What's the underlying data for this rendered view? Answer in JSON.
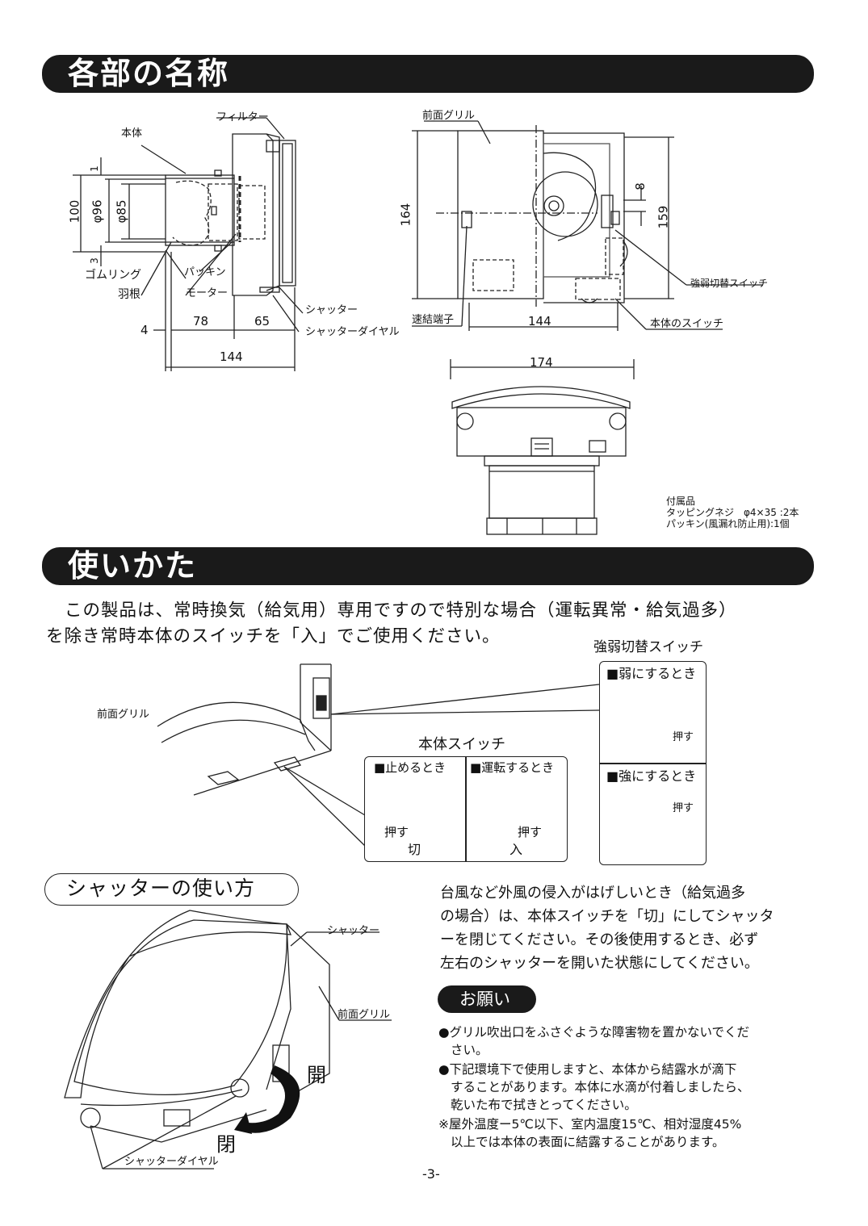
{
  "sections": {
    "parts_title": "各部の名称",
    "usage_title": "使いかた",
    "shutter_title": "シャッターの使い方",
    "request_title": "お願い"
  },
  "side_view": {
    "labels": {
      "body": "本体",
      "filter": "フィルター",
      "packing": "パッキン",
      "rubber_ring": "ゴムリング",
      "motor": "モーター",
      "fan": "羽根",
      "shutter": "シャッター",
      "shutter_dial": "シャッターダイヤル"
    },
    "dims": {
      "d100": "100",
      "phi96": "φ96",
      "phi85": "φ85",
      "d1": "1",
      "d3": "3",
      "d4": "4",
      "d78": "78",
      "d65": "65",
      "d144": "144"
    }
  },
  "front_view": {
    "labels": {
      "front_grill": "前面グリル",
      "strength_switch": "強弱切替スイッチ",
      "quick_terminal": "速結端子",
      "body_switch": "本体のスイッチ"
    },
    "dims": {
      "d164": "164",
      "d8": "8",
      "d159": "159",
      "d144": "144"
    }
  },
  "top_view": {
    "dims": {
      "d174": "174"
    }
  },
  "accessories": {
    "title": "付属品",
    "line1": "タッピングネジ　φ4×35 :2本",
    "line2": "パッキン(風漏れ防止用):1個"
  },
  "usage": {
    "text_line1": "この製品は、常時換気（給気用）専用ですので特別な場合（運転異常・給気過多）",
    "text_line2": "を除き常時本体のスイッチを「入」でご使用ください。",
    "front_grill": "前面グリル",
    "body_switch_title": "本体スイッチ",
    "stop_caption": "■止めるとき",
    "run_caption": "■運転するとき",
    "push": "押す",
    "off": "切",
    "on": "入",
    "strength_switch_title": "強弱切替スイッチ",
    "weak_caption": "■弱にするとき",
    "strong_caption": "■強にするとき"
  },
  "shutter": {
    "shutter_label": "シャッター",
    "front_grill_label": "前面グリル",
    "dial_label": "シャッターダイヤル",
    "open": "開",
    "close": "閉",
    "para_line1": "台風など外風の侵入がはげしいとき（給気過多",
    "para_line2": "の場合）は、本体スイッチを「切」にしてシャッタ",
    "para_line3": "ーを閉じてください。その後使用するとき、必ず",
    "para_line4": "左右のシャッターを開いた状態にしてください。"
  },
  "requests": {
    "item1_line1": "●グリル吹出口をふさぐような障害物を置かないでくだ",
    "item1_line2": "さい。",
    "item2_line1": "●下記環境下で使用しますと、本体から結露水が滴下",
    "item2_line2": "することがあります。本体に水滴が付着しましたら、",
    "item2_line3": "乾いた布で拭きとってください。",
    "item3_line1": "※屋外温度ー5℃以下、室内温度15℃、相対湿度45%",
    "item3_line2": "以上では本体の表面に結露することがあります。"
  },
  "page_number": "-3-"
}
